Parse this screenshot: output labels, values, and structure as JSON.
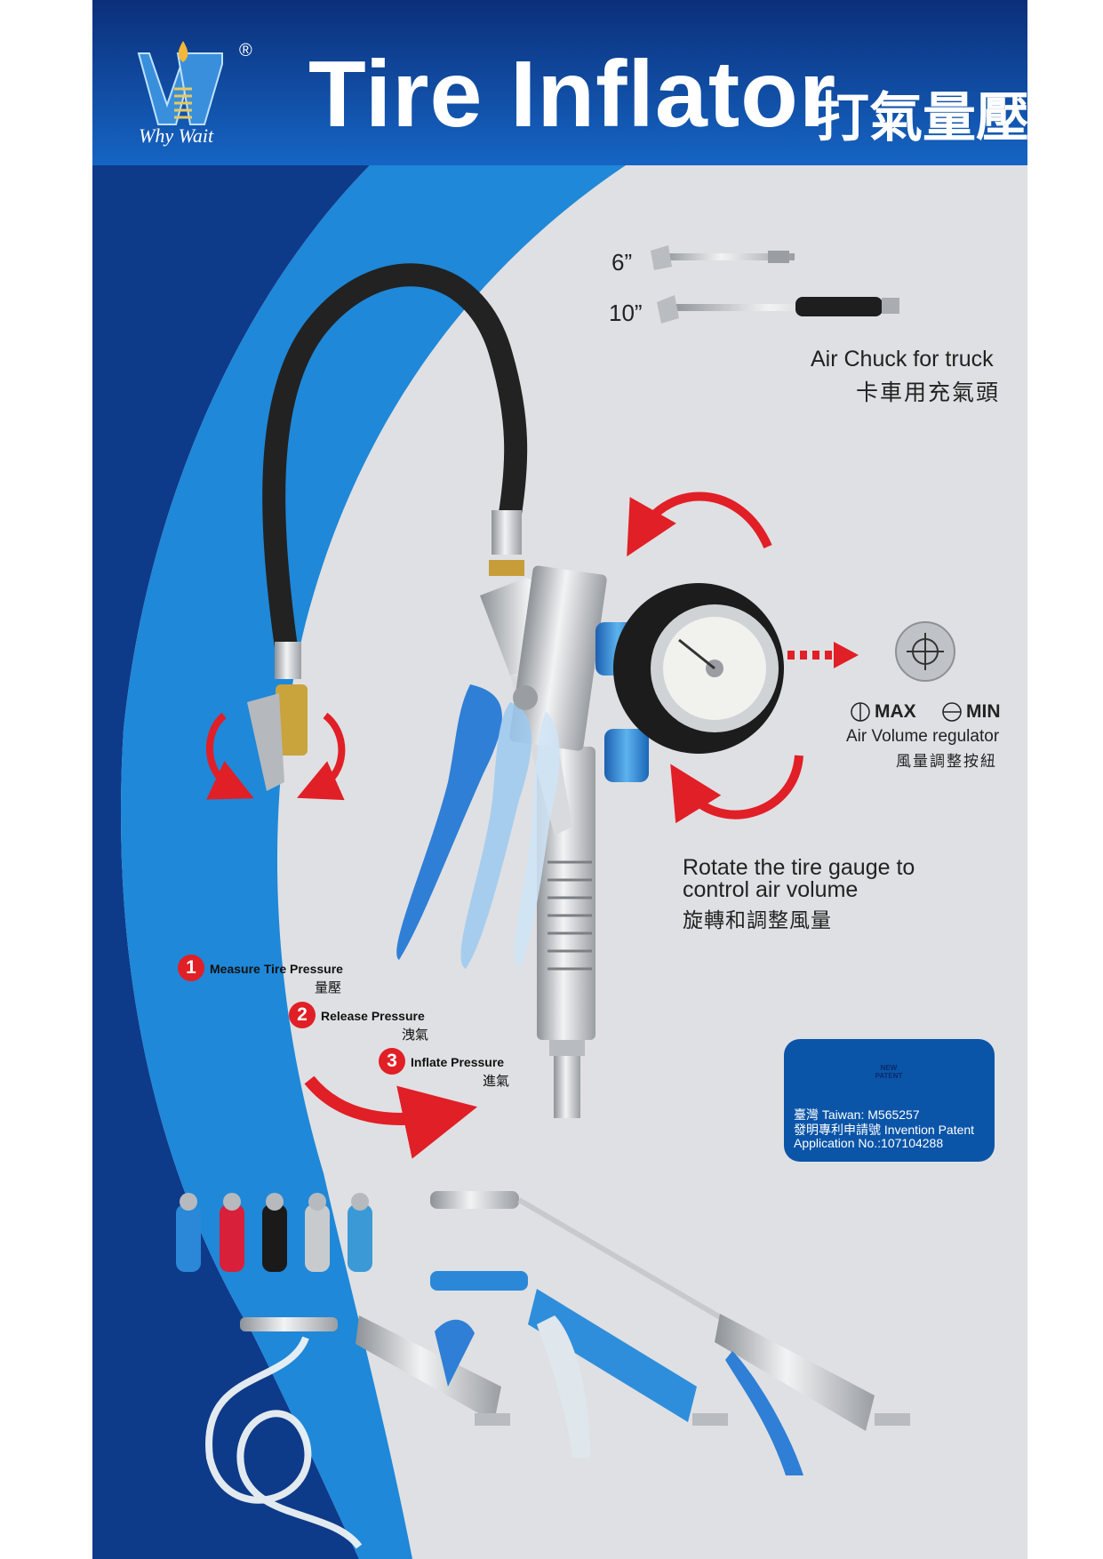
{
  "header": {
    "title": "Tire Inflator",
    "title_zh": "打氣量壓",
    "brand": "Why Wait",
    "registered": "®"
  },
  "air_chuck": {
    "size_6": "6”",
    "size_10": "10”",
    "label_en": "Air Chuck for truck",
    "label_zh": "卡車用充氣頭"
  },
  "regulator": {
    "max": "MAX",
    "min": "MIN",
    "label_en": "Air Volume regulator",
    "label_zh": "風量調整按紐"
  },
  "rotate": {
    "line1": "Rotate the tire gauge to",
    "line2": "control air volume",
    "line_zh": "旋轉和調整風量"
  },
  "steps": [
    {
      "number": "1",
      "label_en": "Measure Tire Pressure",
      "label_zh": "量壓"
    },
    {
      "number": "2",
      "label_en": "Release Pressure",
      "label_zh": "洩氣"
    },
    {
      "number": "3",
      "label_en": "Inflate Pressure",
      "label_zh": "進氣"
    }
  ],
  "patent": {
    "badge": "NEW PATENT",
    "line1": "臺灣 Taiwan: M565257",
    "line2": "發明專利申請號 Invention Patent",
    "line3": "Application No.:107104288"
  },
  "colors": {
    "header_blue": "#0e3f8f",
    "arc_dark": "#0e3a8a",
    "arc_light": "#1f88d8",
    "panel_gray": "#dfe0e3",
    "accent_red": "#e11f26",
    "tool_blue": "#2f9be0"
  }
}
